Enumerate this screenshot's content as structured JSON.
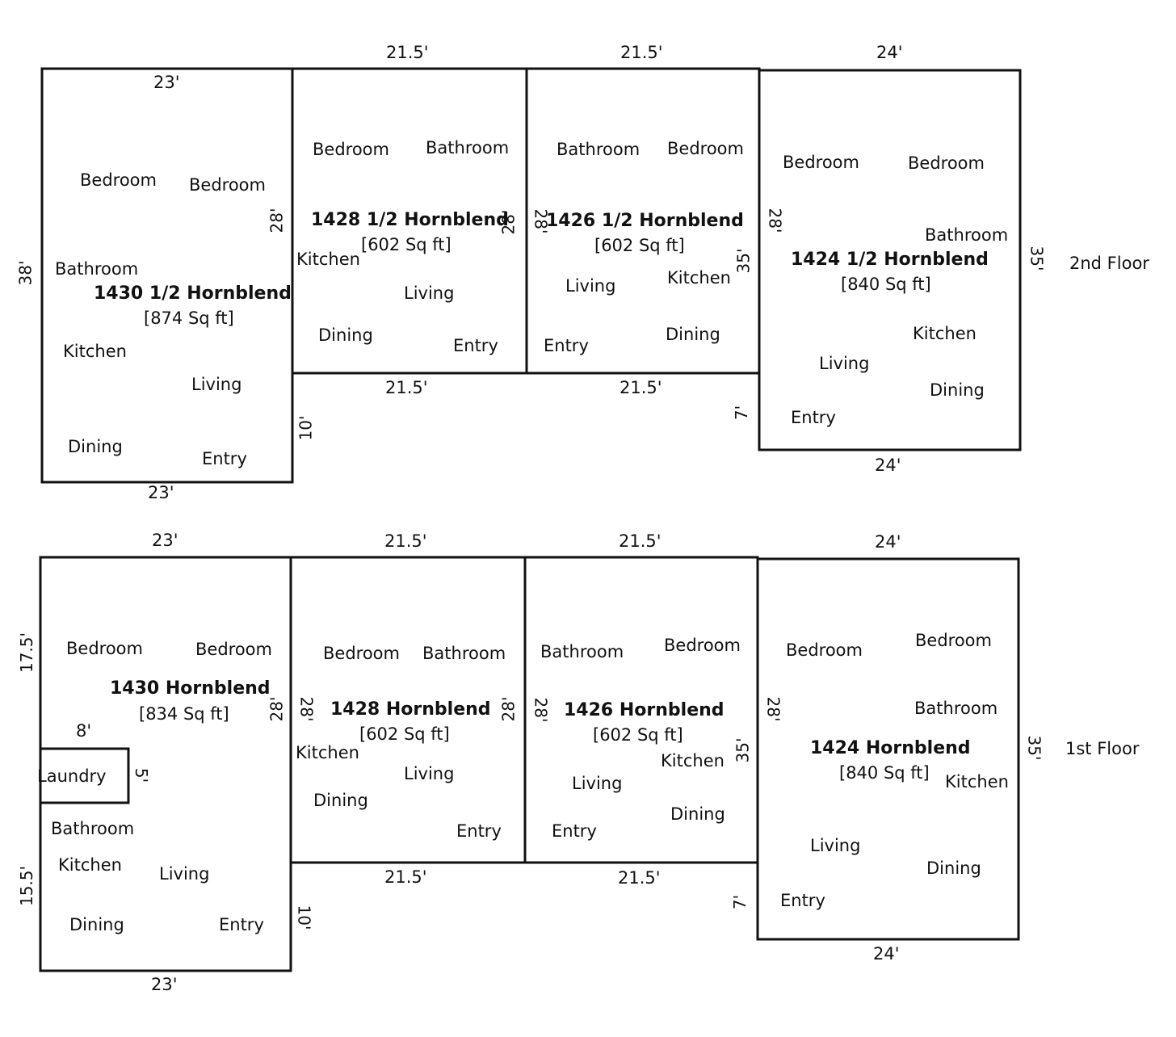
{
  "floors": [
    {
      "label": "2nd Floor",
      "units": [
        {
          "name": "1430 1/2 Hornblend",
          "area": "[874 Sq ft]",
          "rooms": [
            "Bedroom",
            "Bedroom",
            "Bathroom",
            "Kitchen",
            "Living",
            "Dining",
            "Entry"
          ],
          "dims": {
            "top": "23'",
            "bottom": "23'",
            "left": "38'",
            "right": "28'",
            "step": "10'"
          }
        },
        {
          "name": "1428 1/2 Hornblend",
          "area": "[602 Sq ft]",
          "rooms": [
            "Bedroom",
            "Bathroom",
            "Kitchen",
            "Living",
            "Dining",
            "Entry"
          ],
          "dims": {
            "top": "21.5'",
            "bottom": "21.5'",
            "right": "28'"
          }
        },
        {
          "name": "1426 1/2 Hornblend",
          "area": "[602 Sq ft]",
          "rooms": [
            "Bathroom",
            "Bedroom",
            "Living",
            "Kitchen",
            "Entry",
            "Dining"
          ],
          "dims": {
            "top": "21.5'",
            "bottom": "21.5'",
            "left": "28'",
            "right": "35'",
            "step": "7'"
          }
        },
        {
          "name": "1424 1/2 Hornblend",
          "area": "[840 Sq ft]",
          "rooms": [
            "Bedroom",
            "Bedroom",
            "Bathroom",
            "Kitchen",
            "Living",
            "Dining",
            "Entry"
          ],
          "dims": {
            "top": "24'",
            "bottom": "24'",
            "left": "28'",
            "right": "35'"
          }
        }
      ]
    },
    {
      "label": "1st Floor",
      "units": [
        {
          "name": "1430 Hornblend",
          "area": "[834 Sq ft]",
          "rooms": [
            "Bedroom",
            "Bedroom",
            "Laundry",
            "Bathroom",
            "Kitchen",
            "Living",
            "Dining",
            "Entry"
          ],
          "dims": {
            "top": "23'",
            "bottom": "23'",
            "left_upper": "17.5'",
            "left_lower": "15.5'",
            "right": "28'",
            "step": "10'",
            "laundry_w": "8'",
            "laundry_h": "5'"
          }
        },
        {
          "name": "1428 Hornblend",
          "area": "[602 Sq ft]",
          "rooms": [
            "Bedroom",
            "Bathroom",
            "Kitchen",
            "Living",
            "Dining",
            "Entry"
          ],
          "dims": {
            "top": "21.5'",
            "bottom": "21.5'",
            "left": "28'",
            "right": "28'"
          }
        },
        {
          "name": "1426 Hornblend",
          "area": "[602 Sq ft]",
          "rooms": [
            "Bathroom",
            "Bedroom",
            "Kitchen",
            "Living",
            "Dining",
            "Entry"
          ],
          "dims": {
            "top": "21.5'",
            "bottom": "21.5'",
            "left": "28'",
            "right": "35'",
            "step": "7'"
          }
        },
        {
          "name": "1424 Hornblend",
          "area": "[840 Sq ft]",
          "rooms": [
            "Bedroom",
            "Bedroom",
            "Bathroom",
            "Kitchen",
            "Living",
            "Dining",
            "Entry"
          ],
          "dims": {
            "top": "24'",
            "bottom": "24'",
            "left": "28'",
            "right": "35'"
          }
        }
      ]
    }
  ]
}
